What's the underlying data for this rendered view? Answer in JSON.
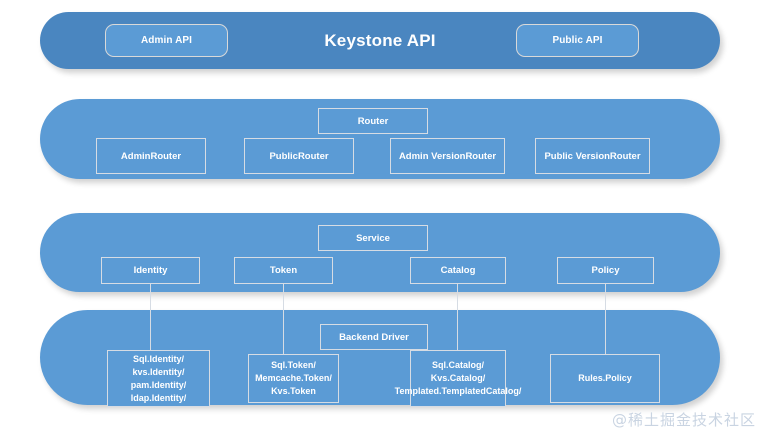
{
  "diagram": {
    "title": "Keystone API",
    "watermark": "@稀土掘金技术社区",
    "colors": {
      "band_api": "#4a86c0",
      "band_light": "#5b9bd5",
      "box_fill": "#5b9bd5",
      "box_border": "#d6dce4",
      "text": "#ffffff",
      "watermark": "#c9d4e2"
    },
    "layers": [
      {
        "id": "api",
        "title": "Keystone API",
        "nodes": [
          {
            "id": "admin-api",
            "label": "Admin API"
          },
          {
            "id": "public-api",
            "label": "Public API"
          }
        ]
      },
      {
        "id": "router",
        "header": "Router",
        "nodes": [
          {
            "id": "admin-router",
            "label": "AdminRouter"
          },
          {
            "id": "public-router",
            "label": "PublicRouter"
          },
          {
            "id": "admin-version-router",
            "label": "Admin VersionRouter"
          },
          {
            "id": "public-version-router",
            "label": "Public VersionRouter"
          }
        ]
      },
      {
        "id": "service",
        "header": "Service",
        "nodes": [
          {
            "id": "identity",
            "label": "Identity"
          },
          {
            "id": "token",
            "label": "Token"
          },
          {
            "id": "catalog",
            "label": "Catalog"
          },
          {
            "id": "policy",
            "label": "Policy"
          }
        ]
      },
      {
        "id": "backend",
        "header": "Backend Driver",
        "nodes": [
          {
            "id": "identity-drivers",
            "label": "Sql.Identity/\nkvs.Identity/\npam.Identity/\nldap.Identity/"
          },
          {
            "id": "token-drivers",
            "label": "Sql.Token/\nMemcache.Token/\nKvs.Token"
          },
          {
            "id": "catalog-drivers",
            "label": "Sql.Catalog/\nKvs.Catalog/\nTemplated.TemplatedCatalog/"
          },
          {
            "id": "policy-drivers",
            "label": "Rules.Policy"
          }
        ]
      }
    ]
  }
}
